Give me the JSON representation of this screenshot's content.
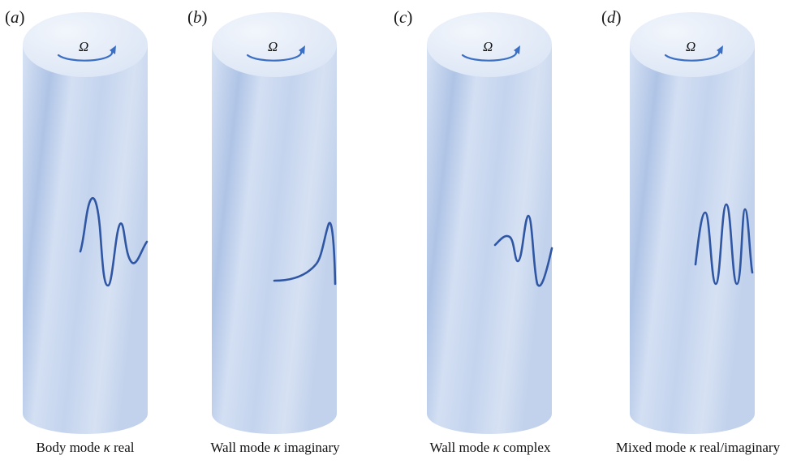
{
  "panels": [
    {
      "letter": "a",
      "rotation_label": "Ω",
      "caption_prefix": "Body mode ",
      "caption_symbol": "κ",
      "caption_suffix": " real",
      "wave_type": "body"
    },
    {
      "letter": "b",
      "rotation_label": "Ω",
      "caption_prefix": "Wall mode ",
      "caption_symbol": "κ",
      "caption_suffix": " imaginary",
      "wave_type": "wall-evanescent"
    },
    {
      "letter": "c",
      "rotation_label": "Ω",
      "caption_prefix": "Wall mode ",
      "caption_symbol": "κ",
      "caption_suffix": " complex",
      "wave_type": "wall-oscillatory"
    },
    {
      "letter": "d",
      "rotation_label": "Ω",
      "caption_prefix": "Mixed mode ",
      "caption_symbol": "κ",
      "caption_suffix": " real/imaginary",
      "wave_type": "mixed"
    }
  ],
  "colors": {
    "cylinder_body": "#c9d7ef",
    "cylinder_stripe": "#a9bfe4",
    "cylinder_top": "#e3ebf7",
    "wave": "#2f56a3",
    "rotation_arrow": "#3b6fc4"
  }
}
